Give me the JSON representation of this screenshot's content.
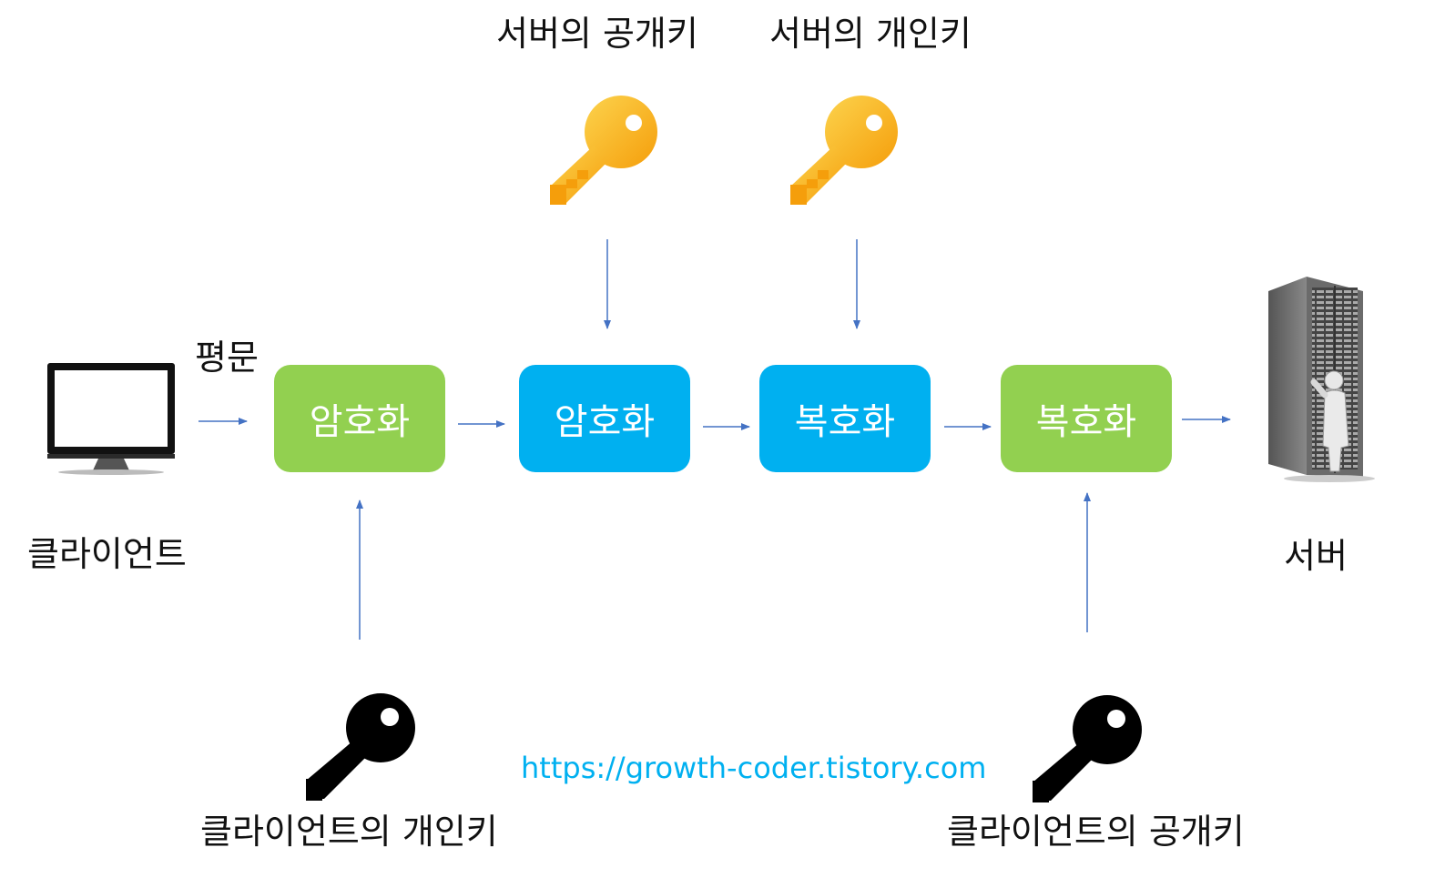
{
  "labels": {
    "server_public_key": "서버의 공개키",
    "server_private_key": "서버의 개인키",
    "plaintext": "평문",
    "client": "클라이언트",
    "server": "서버",
    "client_private_key": "클라이언트의 개인키",
    "client_public_key": "클라이언트의 공개키"
  },
  "steps": [
    {
      "label": "암호화",
      "color": "#92d050"
    },
    {
      "label": "암호화",
      "color": "#00b0f0"
    },
    {
      "label": "복호화",
      "color": "#00b0f0"
    },
    {
      "label": "복호화",
      "color": "#92d050"
    }
  ],
  "url": "https://growth-coder.tistory.com",
  "colors": {
    "arrow": "#4472c4",
    "key_gold": "#fbbf24",
    "key_orange": "#f59e0b",
    "key_black": "#000000"
  },
  "icons": [
    "monitor-icon",
    "server-rack-icon",
    "gold-key-icon",
    "black-key-icon"
  ]
}
